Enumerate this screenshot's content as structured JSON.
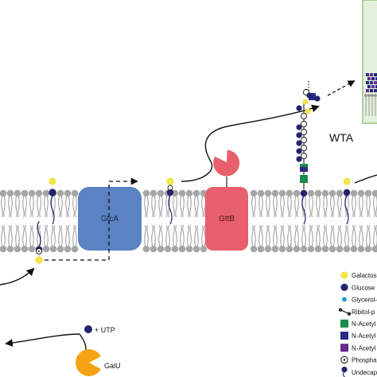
{
  "proteins": {
    "gtca": {
      "label": "GtcA",
      "color": "#5b83c4"
    },
    "gttb": {
      "label": "GttB",
      "color": "#e8606b"
    }
  },
  "wta_label": "WTA",
  "utp_label": "+ UTP",
  "galu": {
    "label": "GalU",
    "color": "#f5a315"
  },
  "legend": [
    {
      "label": "Galactos",
      "icon": "yellow-circle",
      "color": "#f2e64a"
    },
    {
      "label": "Glucose",
      "icon": "navy-circle",
      "color": "#24246e"
    },
    {
      "label": "Glycerol-",
      "icon": "cyan-dot",
      "color": "#1aa3d6"
    },
    {
      "label": "Ribitol-p",
      "icon": "ribitol-chain",
      "color": "#222222"
    },
    {
      "label": "N-Acetyl",
      "icon": "green-square",
      "color": "#1a8a4a"
    },
    {
      "label": "N-Acetyl",
      "icon": "blue-square",
      "color": "#2a2a8a"
    },
    {
      "label": "N-Acetyl",
      "icon": "purple-square",
      "color": "#6a2a8a"
    },
    {
      "label": "Phospha",
      "icon": "phosphate-circle",
      "color": "#222222"
    },
    {
      "label": "Undecap",
      "icon": "undecaprenyl-lipid",
      "color": "#24246e"
    }
  ],
  "colors": {
    "membrane_head": "#a6a6a6",
    "membrane_tail": "#9a9a9a",
    "inset_bg": "#e3f0dc",
    "inset_border": "#9bbf8a"
  }
}
